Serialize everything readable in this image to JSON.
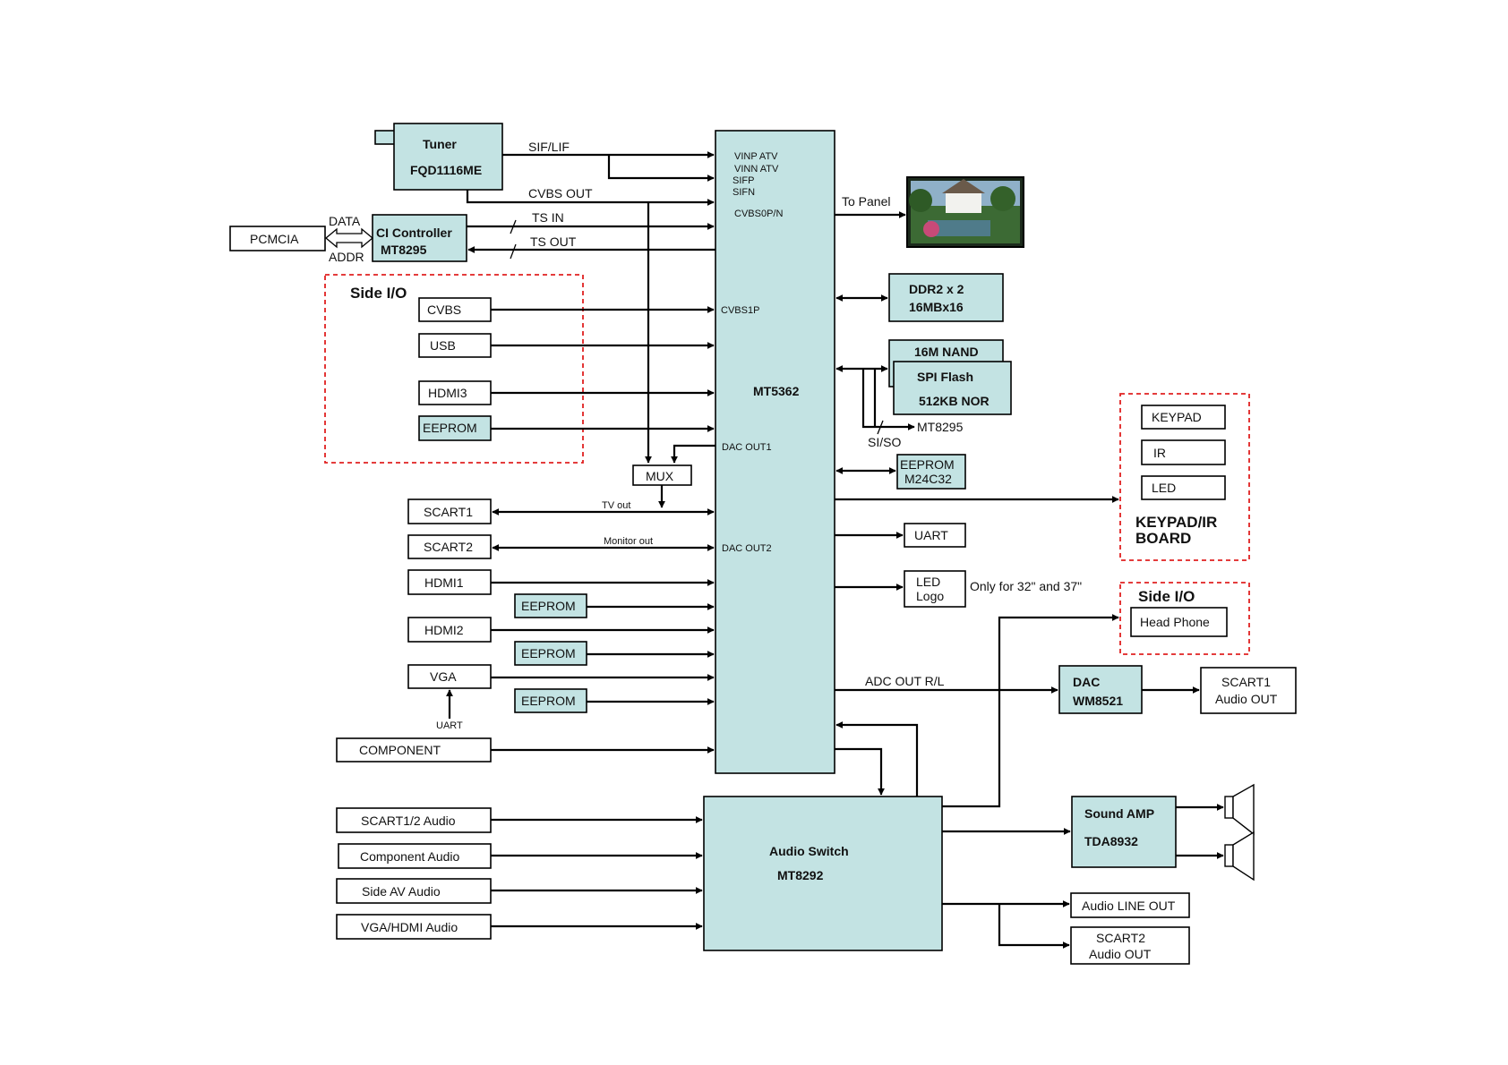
{
  "tuner": {
    "name": "Tuner",
    "part": "FQD1116ME"
  },
  "signals": {
    "sif_lif": "SIF/LIF",
    "cvbs_out": "CVBS OUT",
    "ts_in": "TS IN",
    "ts_out": "TS OUT",
    "data": "DATA",
    "addr": "ADDR",
    "to_panel": "To Panel",
    "si_so": "SI/SO",
    "mt8295_ref": "MT8295",
    "tv_out": "TV out",
    "monitor_out": "Monitor out",
    "adc_out": "ADC OUT R/L",
    "uart_small": "UART",
    "only_for": "Only for 32\" and 37\""
  },
  "pcmcia": "PCMCIA",
  "ci_controller": {
    "name": "CI Controller",
    "part": "MT8295"
  },
  "soc": {
    "name": "MT5362",
    "pins": {
      "vinp": "VINP ATV",
      "vinn": "VINN ATV",
      "sifp": "SIFP",
      "sifn": "SIFN",
      "cvbs0": "CVBS0P/N",
      "cvbs1": "CVBS1P",
      "dac1": "DAC OUT1",
      "dac2": "DAC OUT2"
    }
  },
  "side_io_left": {
    "title": "Side I/O",
    "cvbs": "CVBS",
    "usb": "USB",
    "hdmi3": "HDMI3",
    "eeprom": "EEPROM"
  },
  "memory": {
    "ddr_line1": "DDR2 x 2",
    "ddr_line2": "16MBx16",
    "nand": "16M NAND",
    "spi_line1": "SPI  Flash",
    "spi_line2": "512KB NOR",
    "eeprom_line1": "EEPROM",
    "eeprom_line2": "M24C32"
  },
  "mux": "MUX",
  "inputs": {
    "scart1": "SCART1",
    "scart2": "SCART2",
    "hdmi1": "HDMI1",
    "hdmi2": "HDMI2",
    "vga": "VGA",
    "eeprom": "EEPROM",
    "component": "COMPONENT"
  },
  "keypad_board": {
    "keypad": "KEYPAD",
    "ir": "IR",
    "led": "LED",
    "title_line1": "KEYPAD/IR",
    "title_line2": "BOARD"
  },
  "uart": "UART",
  "led_logo": {
    "line1": "LED",
    "line2": "Logo"
  },
  "side_io_right": {
    "title": "Side I/O",
    "headphone": "Head Phone"
  },
  "dac": {
    "name": "DAC",
    "part": "WM8521"
  },
  "scart1_audio_out": {
    "line1": "SCART1",
    "line2": "Audio OUT"
  },
  "audio_inputs": {
    "scart": "SCART1/2 Audio",
    "component": "Component Audio",
    "side_av": "Side AV Audio",
    "vga_hdmi": "VGA/HDMI Audio"
  },
  "audio_switch": {
    "name": "Audio Switch",
    "part": "MT8292"
  },
  "sound_amp": {
    "name": "Sound AMP",
    "part": "TDA8932"
  },
  "audio_line_out": "Audio LINE OUT",
  "scart2_audio_out": {
    "line1": "SCART2",
    "line2": "Audio OUT"
  }
}
